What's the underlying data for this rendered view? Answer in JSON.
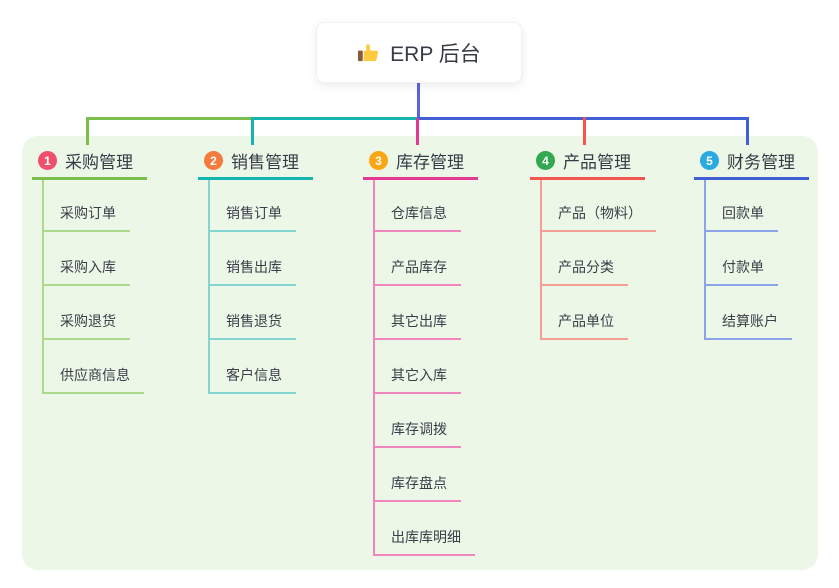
{
  "root": {
    "title": "ERP 后台",
    "icon": "thumbs-up"
  },
  "canvas": {
    "background": "#FFFFFF",
    "panel_color": "#ECF7E8",
    "text_color": "#3A3F47",
    "root_line_color": "#5A63DE"
  },
  "branches": [
    {
      "badge": "1",
      "label": "采购管理",
      "colors": {
        "badge": "#F1506C",
        "line": "#7CBE4D",
        "child": "#ADD88F"
      },
      "children": [
        "采购订单",
        "采购入库",
        "采购退货",
        "供应商信息"
      ]
    },
    {
      "badge": "2",
      "label": "销售管理",
      "colors": {
        "badge": "#F47B3C",
        "line": "#14B5B0",
        "child": "#84D4CF"
      },
      "children": [
        "销售订单",
        "销售出库",
        "销售退货",
        "客户信息"
      ]
    },
    {
      "badge": "3",
      "label": "库存管理",
      "colors": {
        "badge": "#FBA713",
        "line": "#E23A90",
        "child": "#F084BD"
      },
      "children": [
        "仓库信息",
        "产品库存",
        "其它出库",
        "其它入库",
        "库存调拨",
        "库存盘点",
        "出库库明细"
      ]
    },
    {
      "badge": "4",
      "label": "产品管理",
      "colors": {
        "badge": "#33A851",
        "line": "#F2574F",
        "child": "#F59E95"
      },
      "children": [
        "产品（物料）",
        "产品分类",
        "产品单位"
      ]
    },
    {
      "badge": "5",
      "label": "财务管理",
      "colors": {
        "badge": "#2BAAE2",
        "line": "#4160D5",
        "child": "#8DA3E9"
      },
      "children": [
        "回款单",
        "付款单",
        "结算账户"
      ]
    }
  ]
}
